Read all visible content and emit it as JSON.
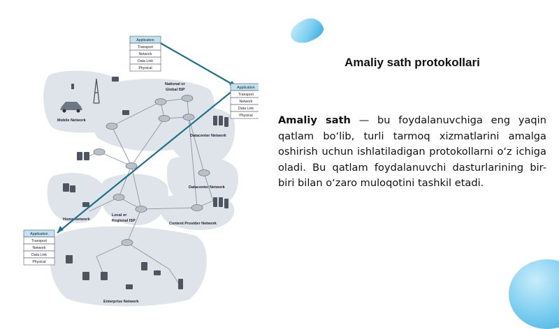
{
  "slide": {
    "title": "Amaliy sath protokollari",
    "term": "Amaliy sath",
    "definition": " — bu foydalanuvchiga eng yaqin qatlam boʻlib, turli tarmoq xizmatlarini amalga oshirish uchun ishlatiladigan protokollarni oʻz ichiga oladi. Bu qatlam foydalanuvchi dasturlarining bir-biri bilan oʻzaro muloqotini tashkil etadi."
  },
  "diagram": {
    "protocol_stack": [
      "Application",
      "Transport",
      "Network",
      "Data Link",
      "Physical"
    ],
    "regions": {
      "mobile": "Mobile Network",
      "isp_line1": "National or",
      "isp_line2": "Global ISP",
      "datacenter1": "Datacenter Network",
      "datacenter2": "Datacenter Network",
      "home": "Home Network",
      "local_isp_line1": "Local or",
      "local_isp_line2": "Regional ISP",
      "content": "Content Provider Network",
      "enterprise": "Enterprise Network"
    },
    "colors": {
      "link": "#1f6f8b",
      "region": "#dfe3ea",
      "router": "#b9c0c8",
      "stack_header": "#bfe3f2"
    }
  }
}
